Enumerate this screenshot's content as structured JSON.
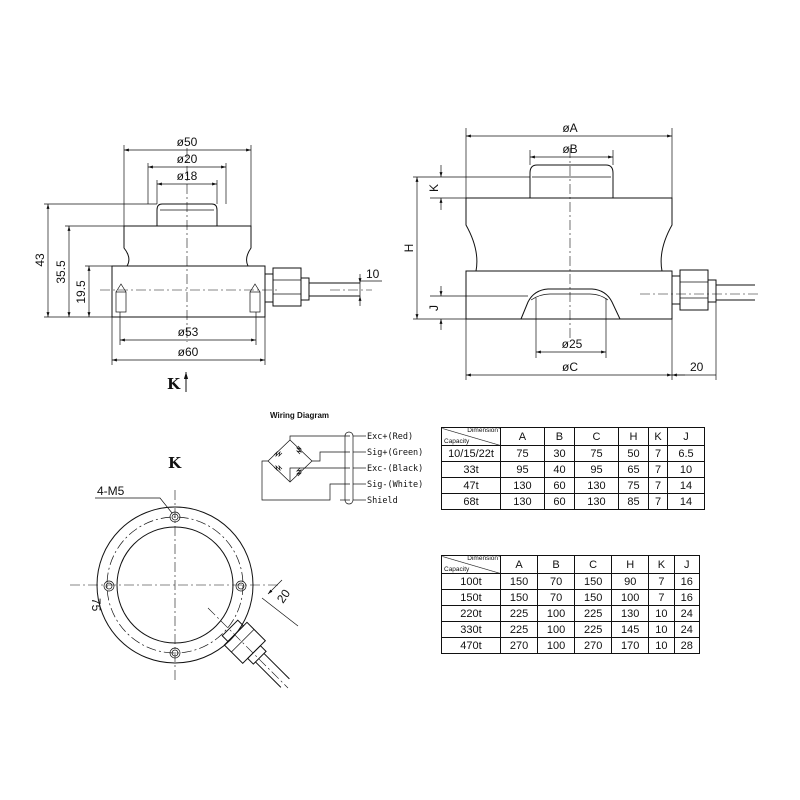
{
  "left_view": {
    "dims": {
      "d50": "ø50",
      "d20": "ø20",
      "d18": "ø18",
      "h43": "43",
      "h35_5": "35.5",
      "h19_5": "19.5",
      "cable": "10",
      "d53": "ø53",
      "d60": "ø60"
    },
    "view_marker": "K"
  },
  "right_view": {
    "dims": {
      "A": "øA",
      "B": "øB",
      "K": "K",
      "H": "H",
      "J": "J",
      "d25": "ø25",
      "C": "øC",
      "cable": "20"
    }
  },
  "wiring": {
    "title": "Wiring Diagram",
    "labels": [
      "Exc+(Red)",
      "Sig+(Green)",
      "Exc-(Black)",
      "Sig-(White)",
      "Shield"
    ]
  },
  "bottom_view": {
    "title": "K",
    "holes": "4-M5",
    "angle": "75",
    "cable": "20"
  },
  "table1": {
    "corner_top": "Dimension",
    "corner_bottom": "Capacity",
    "headers": [
      "A",
      "B",
      "C",
      "H",
      "K",
      "J"
    ],
    "rows": [
      [
        "10/15/22t",
        "75",
        "30",
        "75",
        "50",
        "7",
        "6.5"
      ],
      [
        "33t",
        "95",
        "40",
        "95",
        "65",
        "7",
        "10"
      ],
      [
        "47t",
        "130",
        "60",
        "130",
        "75",
        "7",
        "14"
      ],
      [
        "68t",
        "130",
        "60",
        "130",
        "85",
        "7",
        "14"
      ]
    ]
  },
  "table2": {
    "corner_top": "Dimension",
    "corner_bottom": "Capacity",
    "headers": [
      "A",
      "B",
      "C",
      "H",
      "K",
      "J"
    ],
    "rows": [
      [
        "100t",
        "150",
        "70",
        "150",
        "90",
        "7",
        "16"
      ],
      [
        "150t",
        "150",
        "70",
        "150",
        "100",
        "7",
        "16"
      ],
      [
        "220t",
        "225",
        "100",
        "225",
        "130",
        "10",
        "24"
      ],
      [
        "330t",
        "225",
        "100",
        "225",
        "145",
        "10",
        "24"
      ],
      [
        "470t",
        "270",
        "100",
        "270",
        "170",
        "10",
        "28"
      ]
    ]
  }
}
